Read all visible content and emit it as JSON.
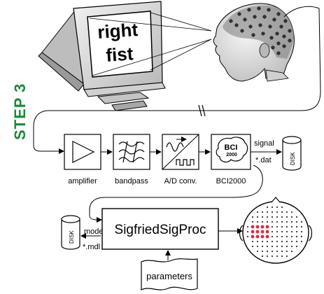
{
  "step": {
    "label": "STEP 3",
    "color": "#1a8a3a"
  },
  "monitor": {
    "text_line1": "right",
    "text_line2": "fist"
  },
  "pipeline": {
    "amplifier": "amplifier",
    "bandpass": "bandpass",
    "ad_conv": "A/D conv.",
    "bci2000": "BCI2000",
    "bci_logo_top": "BCI",
    "bci_logo_bottom": "2000"
  },
  "storage": {
    "signal_label": "signal",
    "signal_ext": "*.dat",
    "disk_label": "DISK",
    "model_label": "model",
    "model_ext": "*.mdl"
  },
  "processor": {
    "label": "SigfriedSigProc"
  },
  "parameters": {
    "label": "parameters"
  },
  "colors": {
    "electrode_active": "#e8263a",
    "line": "#000000"
  }
}
